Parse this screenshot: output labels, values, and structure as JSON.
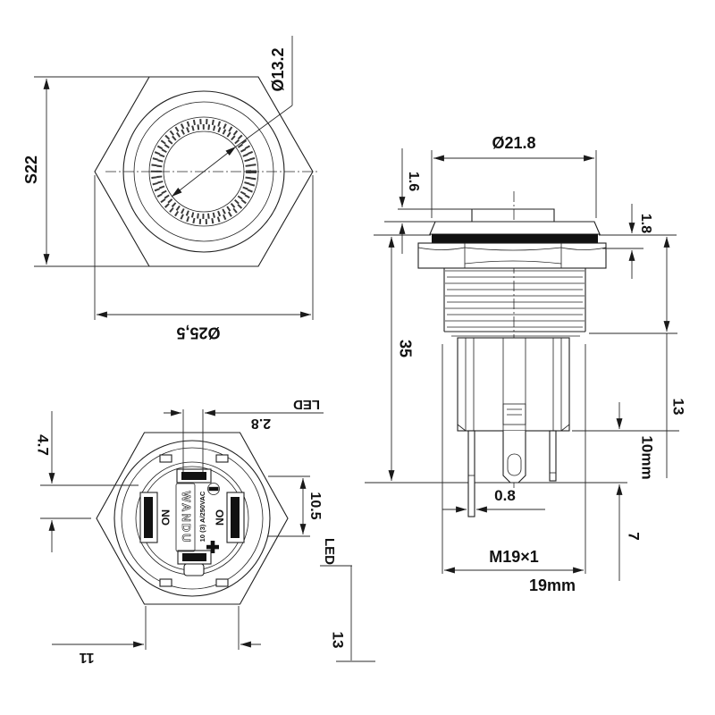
{
  "drawing": {
    "front_view": {
      "width_across_flats": "S22",
      "led_ring_diameter": "Ø13.2",
      "corner_diameter": "Ø25,5"
    },
    "side_view": {
      "head_diameter": "Ø21.8",
      "actuator_height": "1.6",
      "bezel_height": "1.8",
      "total_length": "35",
      "upper_body_length": "13",
      "panel_depth": "10mm",
      "pin_length": "7",
      "pin_thickness": "0.8",
      "thread_spec": "M19×1",
      "thread_diameter": "19mm"
    },
    "rear_view": {
      "led_offset": "4.7",
      "led_pin_spacing": "2.8",
      "led_label_top": "LED",
      "terminal_pitch": "10.5",
      "led_label_right": "LED",
      "terminal_row_offset": "13",
      "terminal_width": "11",
      "terminal_left": "NO",
      "terminal_right": "NO",
      "brand": "WANDU",
      "rating": "10 (3) A/250VAC"
    }
  }
}
